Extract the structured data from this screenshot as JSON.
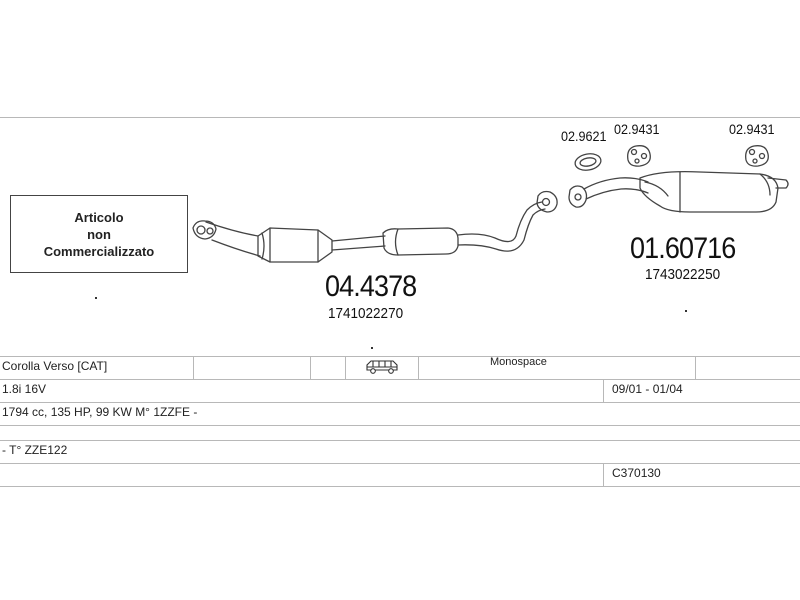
{
  "notice_box": {
    "line1": "Articolo",
    "line2": "non",
    "line3": "Commercializzato"
  },
  "parts": {
    "front_assembly": {
      "number": "04.4378",
      "oem": "1741022270"
    },
    "rear_silencer": {
      "number": "01.60716",
      "oem": "1743022250"
    },
    "gasket": {
      "number": "02.9621"
    },
    "hanger_1": {
      "number": "02.9431"
    },
    "hanger_2": {
      "number": "02.9431"
    }
  },
  "vehicle": {
    "model": "Corolla Verso  [CAT]",
    "body_type": "Monospace",
    "body_icon": "van-icon",
    "engine": "1.8i 16V",
    "years": "09/01 - 01/04",
    "specs": "1794 cc, 135 HP, 99 KW M° 1ZZFE -",
    "type_code": "- T° ZZE122",
    "catalog_code": "C370130"
  },
  "colors": {
    "line": "#444444",
    "rule": "#b8b8b8"
  }
}
